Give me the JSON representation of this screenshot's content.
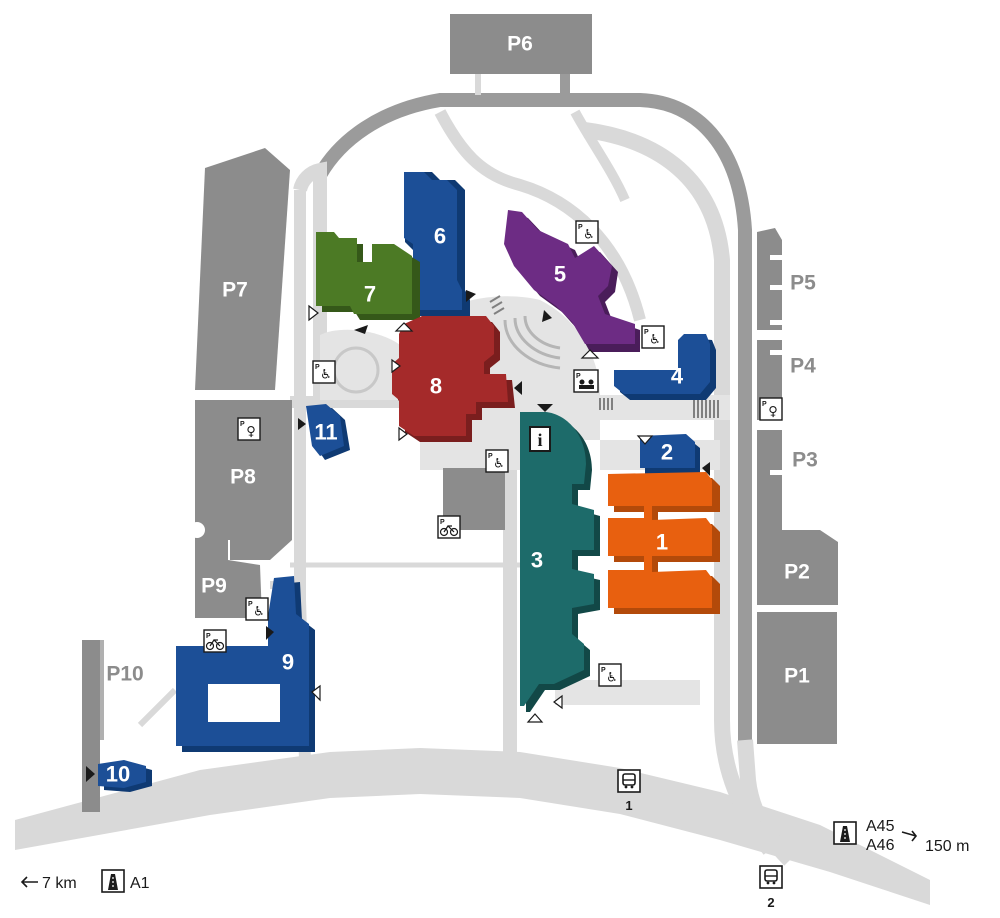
{
  "buildings": [
    {
      "id": "1",
      "label": "1",
      "color": "#e8600f"
    },
    {
      "id": "2",
      "label": "2",
      "color": "#1c4f97"
    },
    {
      "id": "3",
      "label": "3",
      "color": "#1d6b6a"
    },
    {
      "id": "4",
      "label": "4",
      "color": "#1c4f97"
    },
    {
      "id": "5",
      "label": "5",
      "color": "#6d2c84"
    },
    {
      "id": "6",
      "label": "6",
      "color": "#1c4f97"
    },
    {
      "id": "7",
      "label": "7",
      "color": "#4c7a25"
    },
    {
      "id": "8",
      "label": "8",
      "color": "#a52a2a"
    },
    {
      "id": "9",
      "label": "9",
      "color": "#1c4f97"
    },
    {
      "id": "10",
      "label": "10",
      "color": "#1c4f97"
    },
    {
      "id": "11",
      "label": "11",
      "color": "#1c4f97"
    }
  ],
  "parking": [
    "P1",
    "P2",
    "P3",
    "P4",
    "P5",
    "P6",
    "P7",
    "P8",
    "P9",
    "P10"
  ],
  "bus_stops": [
    "1",
    "2"
  ],
  "highways": {
    "east_roads": [
      "A45",
      "A46"
    ],
    "east_distance": "150 m",
    "west_distance": "7 km",
    "west_road": "A1"
  },
  "colors": {
    "road": "#d9d9d9",
    "ring_road": "#9b9b9b",
    "parking": "#8c8c8c",
    "plaza": "#e4e4e4"
  },
  "icons": {
    "wheelchair": "wheelchair-parking-icon",
    "bicycle": "bicycle-parking-icon",
    "women": "women-parking-icon",
    "family": "family-parking-icon",
    "info": "information-icon",
    "bus": "bus-stop-icon",
    "highway": "highway-icon",
    "entrance": "entrance-triangle-icon"
  }
}
